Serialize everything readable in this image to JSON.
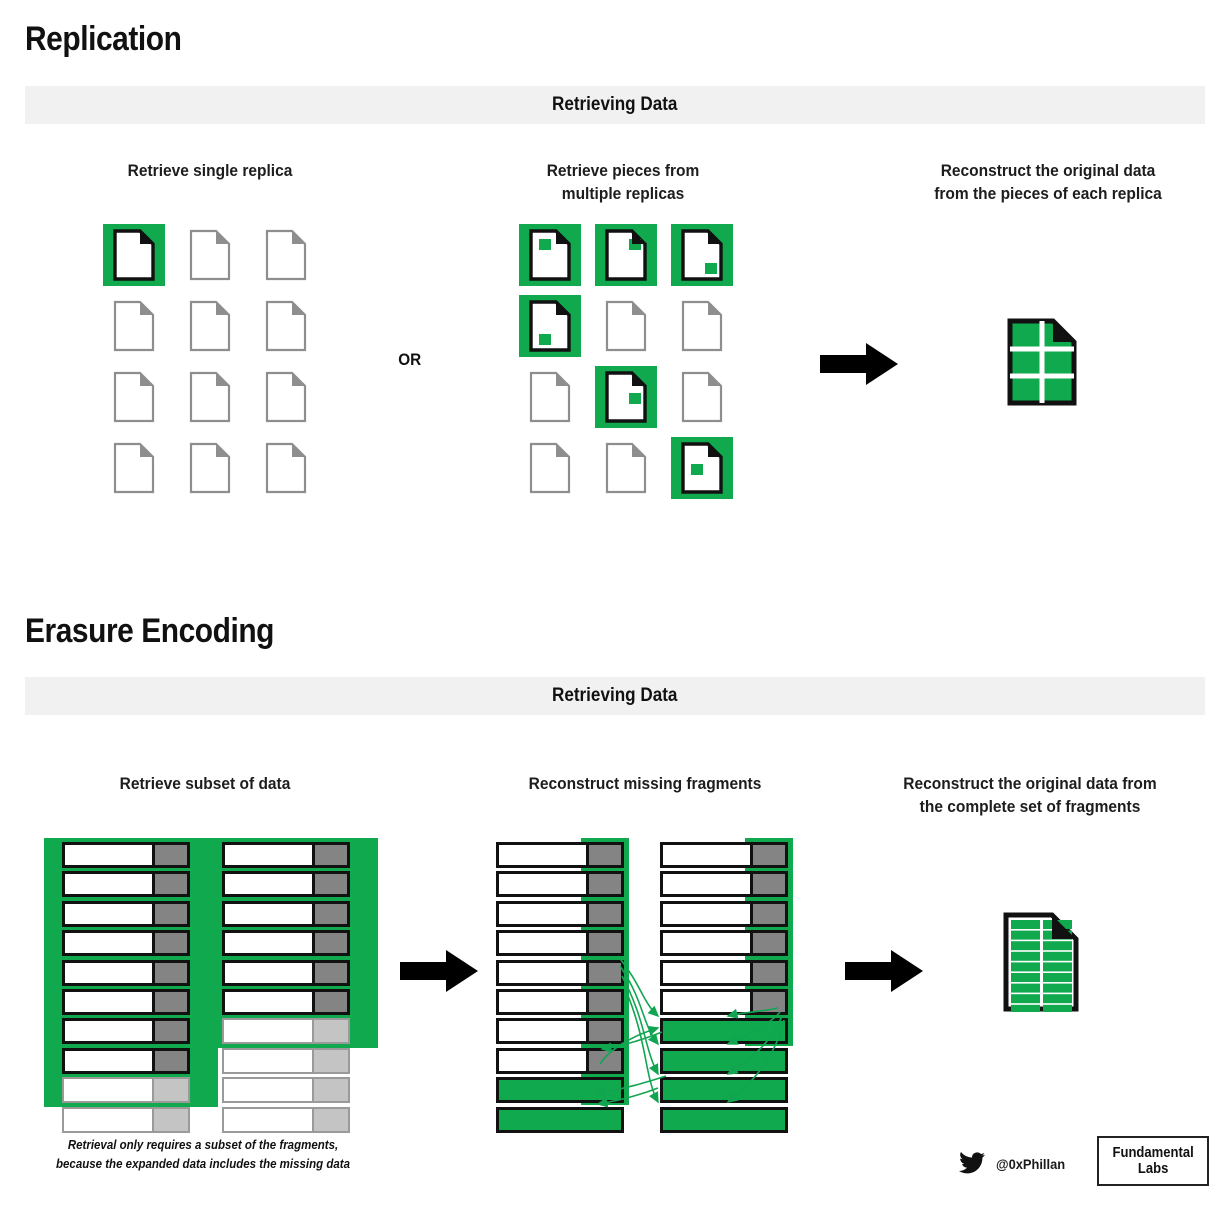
{
  "sections": [
    {
      "id": "replication",
      "title": "Replication",
      "band_label": "Retrieving Data",
      "columns": [
        {
          "label": "Retrieve single replica"
        },
        {
          "label": "Retrieve pieces from\nmultiple replicas"
        },
        {
          "label": "Reconstruct the original data\nfrom the pieces of each replica"
        }
      ],
      "or_label": "OR",
      "single_replica_grid": {
        "rows": 4,
        "cols": 3,
        "highlighted": [
          [
            0,
            0
          ]
        ]
      },
      "multi_replica_grid": {
        "rows": 4,
        "cols": 3,
        "highlighted": [
          {
            "row": 0,
            "col": 0,
            "piece": "top-left"
          },
          {
            "row": 0,
            "col": 1,
            "piece": "top-right"
          },
          {
            "row": 0,
            "col": 2,
            "piece": "bottom-right"
          },
          {
            "row": 1,
            "col": 0,
            "piece": "bottom-left"
          },
          {
            "row": 2,
            "col": 1,
            "piece": "middle-right"
          },
          {
            "row": 3,
            "col": 2,
            "piece": "middle-left"
          }
        ]
      },
      "result_doc": {
        "grid_cols": 2,
        "grid_rows": 3
      }
    },
    {
      "id": "erasure-encoding",
      "title": "Erasure Encoding",
      "band_label": "Retrieving Data",
      "columns": [
        {
          "label": "Retrieve subset of data"
        },
        {
          "label": "Reconstruct missing fragments"
        },
        {
          "label": "Reconstruct the original data from\nthe complete set of fragments"
        }
      ],
      "caption": "Retrieval only requires a subset of the fragments,\nbecause the expanded data includes the missing data",
      "retrieve_panel": {
        "rows": 10,
        "left_active": 8,
        "right_active": 6
      },
      "reconstruct_panel": {
        "rows": 10,
        "left_active": 8,
        "left_rebuilt": 2,
        "right_active": 6,
        "right_rebuilt": 4
      },
      "result_doc": {
        "grid_cols": 2,
        "grid_rows": 9
      }
    }
  ],
  "colors": {
    "green": "#10a94e",
    "band": "#f1f1f1",
    "parity_active": "#848484",
    "parity_faded": "#c4c4c4",
    "outline_active": "#111111",
    "outline_faded": "#9a9a9a"
  },
  "footer": {
    "twitter_icon": "twitter-bird-icon",
    "handle": "@0xPhillan",
    "logo_line1": "Fundamental",
    "logo_line2": "Labs"
  }
}
